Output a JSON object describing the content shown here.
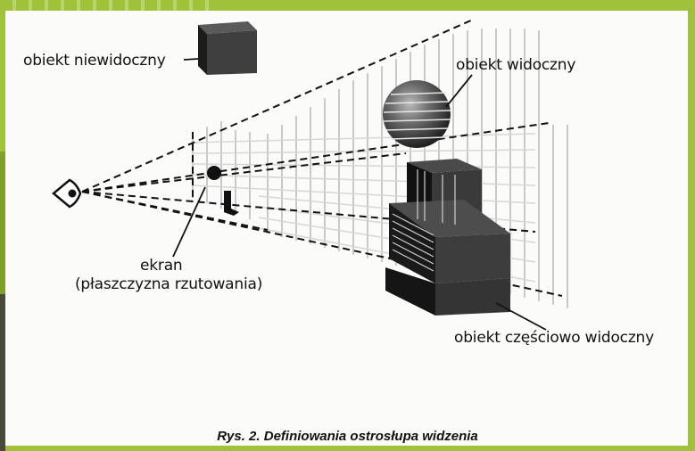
{
  "labels": {
    "invisible_object": "obiekt niewidoczny",
    "visible_object": "obiekt widoczny",
    "screen_line1": "ekran",
    "screen_line2": "(płaszczyzna rzutowania)",
    "partial_object": "obiekt częściowo widoczny"
  },
  "caption": "Rys. 2. Definiowania ostrosłupa widzenia",
  "icons": {
    "eye": "eye-icon"
  },
  "colors": {
    "frame": "#9fc23a",
    "dashed_lines": "#111111",
    "grid_lines": "#c8c8c8",
    "objects": "#3a3a3a"
  }
}
